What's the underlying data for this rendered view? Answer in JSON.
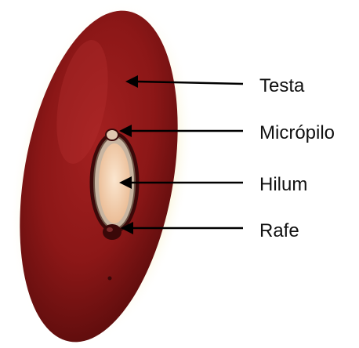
{
  "figure": {
    "subject": "bean seed",
    "labels": [
      {
        "id": "testa",
        "text": "Testa"
      },
      {
        "id": "micropilo",
        "text": "Micrópilo"
      },
      {
        "id": "hilum",
        "text": "Hilum"
      },
      {
        "id": "rafe",
        "text": "Rafe"
      }
    ]
  },
  "colors": {
    "seed_coat": "#8e1616",
    "seed_coat_dark": "#5c0d0d",
    "halo": "#f3e7a4",
    "hilum_fill": "#f6d7b8",
    "hilum_ring": "#c9b6a2",
    "arrow": "#000000"
  }
}
